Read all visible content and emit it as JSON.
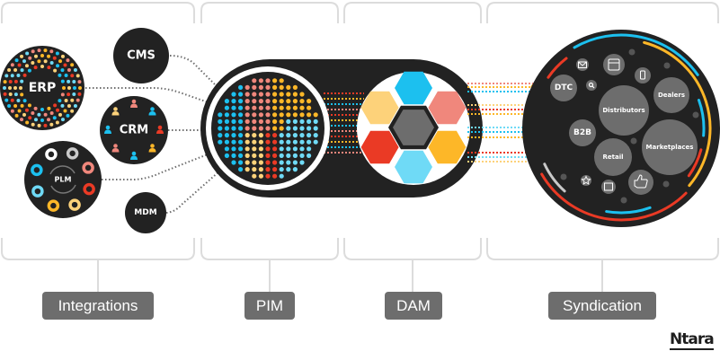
{
  "sections": [
    {
      "id": "integrations",
      "label": "Integrations"
    },
    {
      "id": "pim",
      "label": "PIM"
    },
    {
      "id": "dam",
      "label": "DAM"
    },
    {
      "id": "syndication",
      "label": "Syndication"
    }
  ],
  "integrations": {
    "erp": "ERP",
    "cms": "CMS",
    "crm": "CRM",
    "plm": "PLM",
    "mdm": "MDM"
  },
  "syndication": {
    "channels": {
      "dtc": "DTC",
      "distributors": "Distributors",
      "dealers": "Dealers",
      "b2b": "B2B",
      "retail": "Retail",
      "marketplaces": "Marketplaces"
    },
    "icons": [
      "mail-icon",
      "browser-window-icon",
      "mobile-phone-icon",
      "search-icon",
      "star-icon",
      "ad-icon",
      "thumbs-up-icon"
    ]
  },
  "colors": {
    "dark": "#222222",
    "grey": "#6d6d6d",
    "cyan": "#1cc0ef",
    "light_cyan": "#6fdaf6",
    "salmon": "#f0877c",
    "red": "#ea3a25",
    "yellow": "#fdb728",
    "light_yellow": "#fdd27a",
    "white": "#ffffff",
    "light_grey": "#c9c9c9",
    "border": "#dcdcdc"
  },
  "brand": {
    "logo": "Ntara"
  }
}
